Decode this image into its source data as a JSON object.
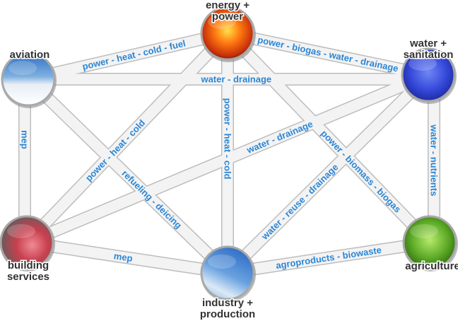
{
  "nodes": [
    {
      "id": "energy",
      "label": [
        "energy +",
        "power"
      ],
      "image": "fire-image"
    },
    {
      "id": "aviation",
      "label": [
        "aviation"
      ],
      "image": "airplane-image"
    },
    {
      "id": "water",
      "label": [
        "water +",
        "sanitation"
      ],
      "image": "water-drop-image"
    },
    {
      "id": "building",
      "label": [
        "building",
        "services"
      ],
      "image": "pipes-image"
    },
    {
      "id": "industry",
      "label": [
        "industry +",
        "production"
      ],
      "image": "sky-image"
    },
    {
      "id": "agriculture",
      "label": [
        "agriculture"
      ],
      "image": "grass-image"
    }
  ],
  "edges": [
    {
      "from": "aviation",
      "to": "energy",
      "label": "power - heat - cold - fuel"
    },
    {
      "from": "energy",
      "to": "water",
      "label": "power - biogas - water - drainage"
    },
    {
      "from": "aviation",
      "to": "water",
      "label": "water - drainage"
    },
    {
      "from": "aviation",
      "to": "building",
      "label": "mep"
    },
    {
      "from": "energy",
      "to": "building",
      "label": "power - heat - cold"
    },
    {
      "from": "energy",
      "to": "industry",
      "label": "power - heat - cold"
    },
    {
      "from": "water",
      "to": "building",
      "label": "water - drainage"
    },
    {
      "from": "energy",
      "to": "agriculture",
      "label": "power - biomass - biogas"
    },
    {
      "from": "aviation",
      "to": "industry",
      "label": "refueling - deicing"
    },
    {
      "from": "water",
      "to": "industry",
      "label": "water - reuse - drainage"
    },
    {
      "from": "water",
      "to": "agriculture",
      "label": "water - nutrients"
    },
    {
      "from": "building",
      "to": "industry",
      "label": "mep"
    },
    {
      "from": "industry",
      "to": "agriculture",
      "label": "agroproducts - biowaste"
    }
  ],
  "colors": {
    "label": "#2b86d6",
    "band": "#f3f3f3",
    "band_edge": "#bdbdbd",
    "node_text": "#333333"
  }
}
